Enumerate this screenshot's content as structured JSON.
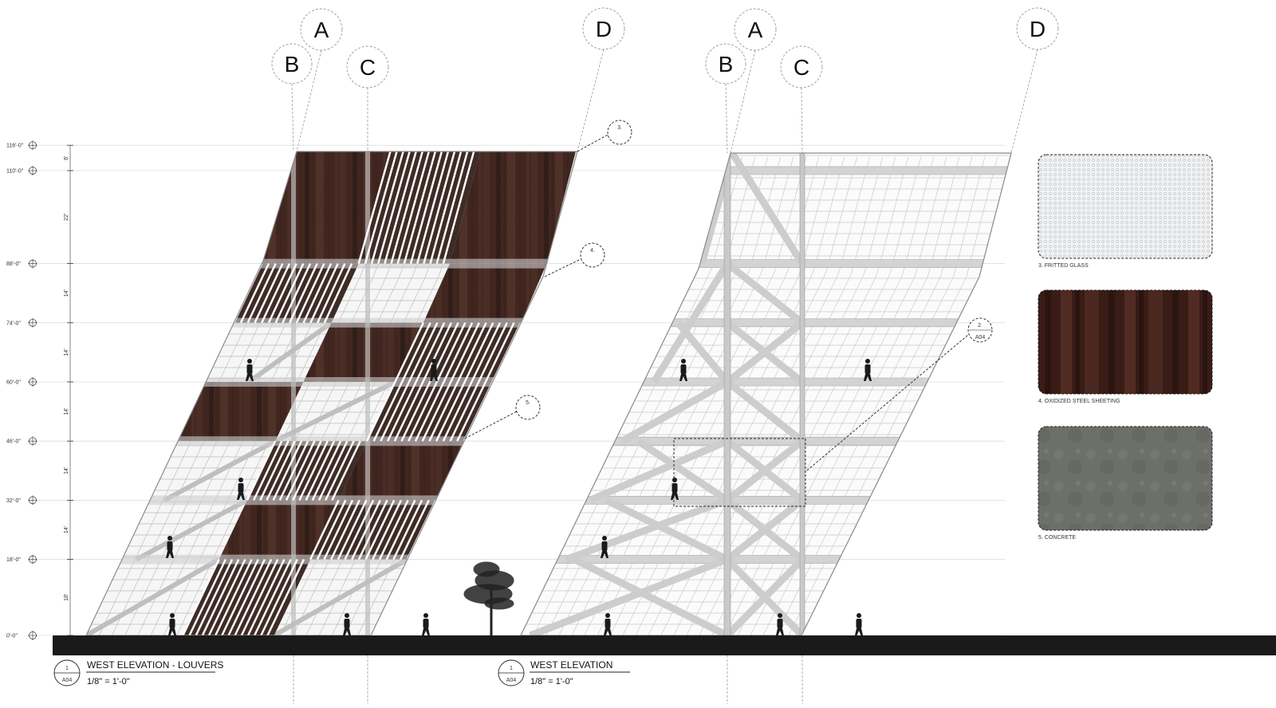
{
  "levels": [
    {
      "label": "116'-0\"",
      "ft": 116
    },
    {
      "label": "110'-0\"",
      "ft": 110
    },
    {
      "label": "88'-0\"",
      "ft": 88
    },
    {
      "label": "74'-0\"",
      "ft": 74
    },
    {
      "label": "60'-0\"",
      "ft": 60
    },
    {
      "label": "46'-0\"",
      "ft": 46
    },
    {
      "label": "32'-0\"",
      "ft": 32
    },
    {
      "label": "18'-0\"",
      "ft": 18
    },
    {
      "label": "0'-0\"",
      "ft": 0
    }
  ],
  "dimensions": [
    "6'",
    "22'",
    "14'",
    "14'",
    "14'",
    "14'",
    "14'",
    "18'"
  ],
  "grid_letters": {
    "a": "A",
    "b": "B",
    "c": "C",
    "d": "D"
  },
  "tags": {
    "t3": "3.",
    "t4": "4.",
    "t5": "5.",
    "detail_top": "2.",
    "detail_bottom": "A04"
  },
  "drawings": [
    {
      "title": "WEST ELEVATION - LOUVERS",
      "scale": "1/8\" = 1'-0\"",
      "num": "1",
      "sheet": "A04"
    },
    {
      "title": "WEST ELEVATION",
      "scale": "1/8\" = 1'-0\"",
      "num": "1",
      "sheet": "A04"
    }
  ],
  "materials": [
    {
      "label": "3.  FRITTED GLASS"
    },
    {
      "label": "4.  OXIDIZED STEEL SHEETING"
    },
    {
      "label": "5.  CONCRETE"
    }
  ],
  "colors": {
    "steel": "#3a1f17",
    "concrete": "#6f726b",
    "glass": "#eceeef",
    "ground": "#1a1a1a"
  }
}
